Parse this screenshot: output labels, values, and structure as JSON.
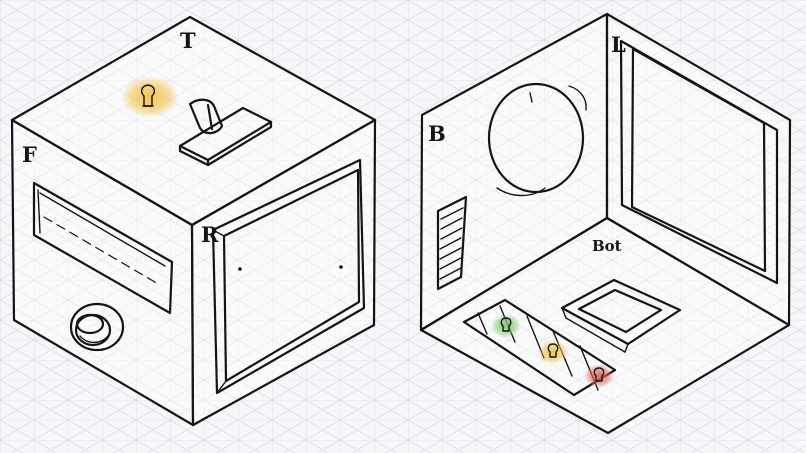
{
  "diagram": {
    "left_cube": {
      "label_top": "T",
      "label_front": "F",
      "label_right": "R",
      "top_bulb": {
        "icon": "lightbulb-icon",
        "glow": "#f2c24a"
      }
    },
    "right_cube": {
      "label_back": "B",
      "label_left": "L",
      "label_bottom": "Bot",
      "floor_bulbs": [
        {
          "icon": "lightbulb-icon",
          "glow": "#7fc56a"
        },
        {
          "icon": "lightbulb-icon",
          "glow": "#f2c24a"
        },
        {
          "icon": "lightbulb-icon",
          "glow": "#e2625a"
        }
      ]
    }
  },
  "colors": {
    "grid": "#d9dee6",
    "ink": "#141414",
    "glow_yellow": "#f2c24a",
    "glow_green": "#7fc56a",
    "glow_red": "#e2625a"
  }
}
